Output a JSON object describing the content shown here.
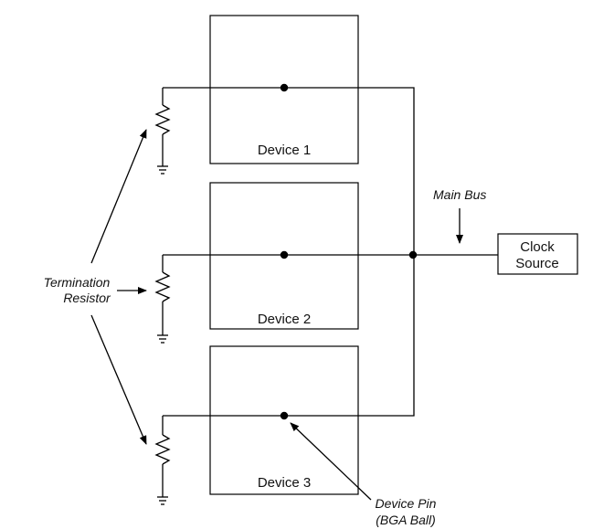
{
  "devices": [
    {
      "label": "Device 1"
    },
    {
      "label": "Device 2"
    },
    {
      "label": "Device 3"
    }
  ],
  "clock_source": {
    "line1": "Clock",
    "line2": "Source"
  },
  "main_bus": {
    "label": "Main Bus"
  },
  "termination": {
    "line1": "Termination",
    "line2": "Resistor"
  },
  "device_pin": {
    "line1": "Device Pin",
    "line2": "(BGA Ball)"
  }
}
